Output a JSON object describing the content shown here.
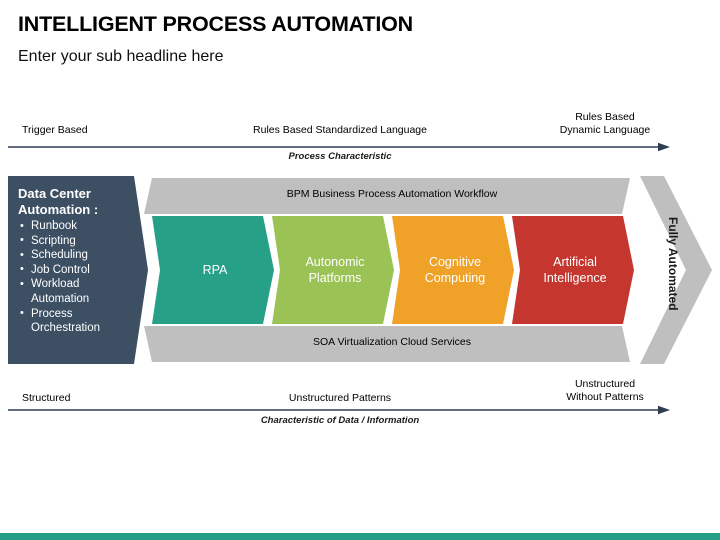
{
  "slide": {
    "title": "INTELLIGENT PROCESS AUTOMATION",
    "subtitle": "Enter your sub headline here",
    "accent_bar_color": "#249e86"
  },
  "top_axis": {
    "caption": "Process Characteristic",
    "labels": [
      "Trigger Based",
      "Rules Based Standardized Language",
      "Rules Based\nDynamic Language"
    ],
    "arrow_color": "#2e3d52"
  },
  "bottom_axis": {
    "caption": "Characteristic of Data / Information",
    "labels": [
      "Structured",
      "Unstructured Patterns",
      "Unstructured\nWithout Patterns"
    ],
    "arrow_color": "#2e3d52"
  },
  "data_center_panel": {
    "title": "Data Center\nAutomation :",
    "color": "#3d4f63",
    "items": [
      "Runbook",
      "Scripting",
      "Scheduling",
      "Job Control",
      "Workload Automation",
      "Process Orchestration"
    ]
  },
  "bands": {
    "top": {
      "label": "BPM Business Process Automation Workflow",
      "color": "#bfbfbf"
    },
    "bottom": {
      "label": "SOA Virtualization Cloud Services",
      "color": "#bfbfbf"
    }
  },
  "stages": [
    {
      "label": "RPA",
      "color": "#27a088"
    },
    {
      "label": "Autonomic\nPlatforms",
      "color": "#9ac254"
    },
    {
      "label": "Cognitive\nComputing",
      "color": "#f0a128"
    },
    {
      "label": "Artificial\nIntelligence",
      "color": "#c4362e"
    }
  ],
  "outcome": {
    "label": "Fully Automated",
    "color": "#bfbfbf"
  }
}
